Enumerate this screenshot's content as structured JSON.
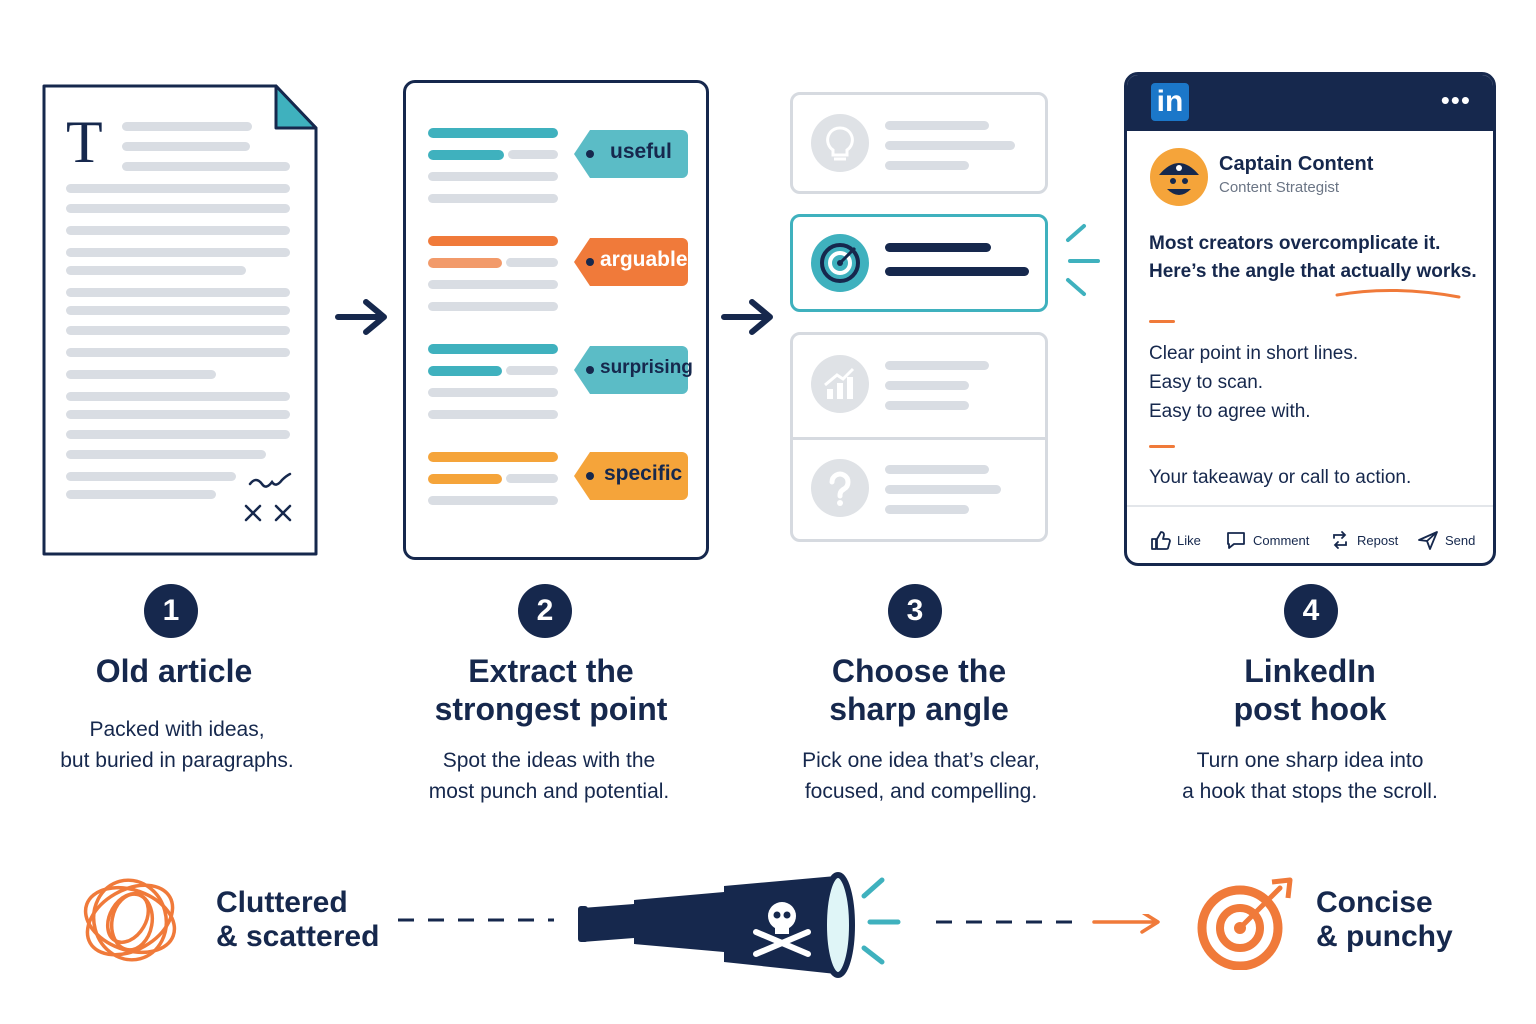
{
  "steps": [
    {
      "number": "1",
      "title_line1": "Old article",
      "title_line2": "",
      "desc_line1": "Packed with ideas,",
      "desc_line2": "but buried in paragraphs."
    },
    {
      "number": "2",
      "title_line1": "Extract the",
      "title_line2": "strongest point",
      "desc_line1": "Spot the ideas with the",
      "desc_line2": "most punch and potential."
    },
    {
      "number": "3",
      "title_line1": "Choose the",
      "title_line2": "sharp angle",
      "desc_line1": "Pick one idea that’s clear,",
      "desc_line2": "focused, and compelling."
    },
    {
      "number": "4",
      "title_line1": "LinkedIn",
      "title_line2": "post hook",
      "desc_line1": "Turn one sharp idea into",
      "desc_line2": "a hook that stops the scroll."
    }
  ],
  "article": {
    "drop_cap": "T"
  },
  "tags": [
    "useful",
    "arguable",
    "surprising",
    "specific"
  ],
  "post": {
    "logo": "in",
    "menu": "•••",
    "author": "Captain Content",
    "role": "Content Strategist",
    "hook_line1": "Most creators overcomplicate it.",
    "hook_line2": "Here’s the angle that actually works.",
    "body_line1": "Clear point in short lines.",
    "body_line2": "Easy to scan.",
    "body_line3": "Easy to agree with.",
    "cta": "Your takeaway or call to action.",
    "actions": {
      "like": "Like",
      "comment": "Comment",
      "repost": "Repost",
      "send": "Send"
    }
  },
  "bottom": {
    "left_line1": "Cluttered",
    "left_line2": "& scattered",
    "right_line1": "Concise",
    "right_line2": "& punchy"
  },
  "colors": {
    "navy": "#16284d",
    "teal": "#3fb1be",
    "orange": "#f07a3a",
    "amber": "#f5a43a",
    "gray": "#d9dde3"
  }
}
